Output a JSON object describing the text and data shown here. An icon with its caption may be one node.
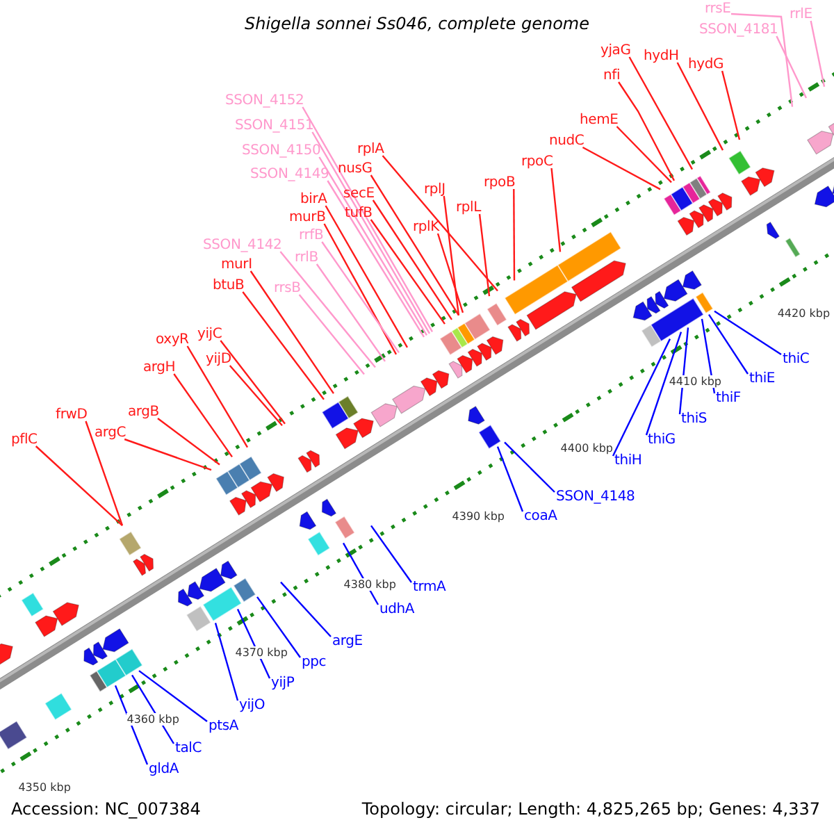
{
  "diagram": {
    "title": "Shigella sonnei Ss046, complete genome",
    "nodes": [
      {
        "text": [
          "rrsE"
        ]
      },
      {
        "text": [
          "rrlE"
        ]
      },
      {
        "text": [
          "SSON_4181"
        ]
      },
      {
        "text": [
          "yjaG"
        ]
      },
      {
        "text": [
          "hydH"
        ]
      },
      {
        "text": [
          "hydG"
        ]
      },
      {
        "text": [
          "nfi"
        ]
      },
      {
        "text": [
          "SSON_4152"
        ]
      },
      {
        "text": [
          "hemE"
        ]
      },
      {
        "text": [
          "SSON_4151"
        ]
      },
      {
        "text": [
          "nudC"
        ]
      },
      {
        "text": [
          "rplA"
        ]
      },
      {
        "text": [
          "SSON_4150"
        ]
      },
      {
        "text": [
          "rpoC"
        ]
      },
      {
        "text": [
          "nusG"
        ]
      },
      {
        "text": [
          "SSON_4149"
        ]
      },
      {
        "text": [
          "rpoB"
        ]
      },
      {
        "text": [
          "rplJ"
        ]
      },
      {
        "text": [
          "secE"
        ]
      },
      {
        "text": [
          "birA"
        ]
      },
      {
        "text": [
          "rplL"
        ]
      },
      {
        "text": [
          "tufB"
        ]
      },
      {
        "text": [
          "rplK"
        ]
      },
      {
        "text": [
          "murB"
        ]
      },
      {
        "text": [
          "rrfB"
        ]
      },
      {
        "text": [
          "SSON_4142"
        ]
      },
      {
        "text": [
          "rrlB"
        ]
      },
      {
        "text": [
          "murI"
        ]
      },
      {
        "text": [
          "btuB"
        ]
      },
      {
        "text": [
          "rrsB"
        ]
      },
      {
        "text": [
          "yijC"
        ]
      },
      {
        "text": [
          "oxyR"
        ]
      },
      {
        "text": [
          "yijD"
        ]
      },
      {
        "text": [
          "argH"
        ]
      },
      {
        "text": [
          "argB"
        ]
      },
      {
        "text": [
          "frwD"
        ]
      },
      {
        "text": [
          "argC"
        ]
      },
      {
        "text": [
          "pflC"
        ]
      },
      {
        "text": [
          "thiC"
        ]
      },
      {
        "text": [
          "thiE"
        ]
      },
      {
        "text": [
          "thiF"
        ]
      },
      {
        "text": [
          "thiS"
        ]
      },
      {
        "text": [
          "thiG"
        ]
      },
      {
        "text": [
          "thiH"
        ]
      },
      {
        "text": [
          "SSON_4148"
        ]
      },
      {
        "text": [
          "coaA"
        ]
      },
      {
        "text": [
          "trmA"
        ]
      },
      {
        "text": [
          "udhA"
        ]
      },
      {
        "text": [
          "argE"
        ]
      },
      {
        "text": [
          "ppc"
        ]
      },
      {
        "text": [
          "yijP"
        ]
      },
      {
        "text": [
          "yijO"
        ]
      },
      {
        "text": [
          "ptsA"
        ]
      },
      {
        "text": [
          "talC"
        ]
      },
      {
        "text": [
          "gldA"
        ]
      }
    ],
    "edges": [
      {
        "from": 0,
        "to": null,
        "arrow": "none",
        "color": "#ff99cc"
      },
      {
        "from": 1,
        "to": null,
        "arrow": "none",
        "color": "#ff99cc"
      },
      {
        "from": 2,
        "to": null,
        "arrow": "none",
        "color": "#ff99cc"
      },
      {
        "from": 3,
        "to": null,
        "arrow": "none"
      },
      {
        "from": 4,
        "to": null,
        "arrow": "none"
      },
      {
        "from": 5,
        "to": null,
        "arrow": "none"
      },
      {
        "from": 6,
        "to": null,
        "arrow": "none"
      },
      {
        "from": 7,
        "to": null,
        "arrow": "none",
        "color": "#ff99cc"
      },
      {
        "from": 8,
        "to": null,
        "arrow": "none"
      },
      {
        "from": 9,
        "to": null,
        "arrow": "none",
        "color": "#ff99cc"
      },
      {
        "from": 10,
        "to": null,
        "arrow": "none"
      },
      {
        "from": 11,
        "to": null,
        "arrow": "none"
      },
      {
        "from": 12,
        "to": null,
        "arrow": "none",
        "color": "#ff99cc"
      },
      {
        "from": 13,
        "to": null,
        "arrow": "none"
      },
      {
        "from": 14,
        "to": null,
        "arrow": "none"
      },
      {
        "from": 15,
        "to": null,
        "arrow": "none",
        "color": "#ff99cc"
      },
      {
        "from": 16,
        "to": null,
        "arrow": "none"
      },
      {
        "from": 17,
        "to": null,
        "arrow": "none"
      },
      {
        "from": 18,
        "to": null,
        "arrow": "none"
      },
      {
        "from": 19,
        "to": null,
        "arrow": "none"
      },
      {
        "from": 20,
        "to": null,
        "arrow": "none"
      },
      {
        "from": 21,
        "to": null,
        "arrow": "none"
      },
      {
        "from": 22,
        "to": null,
        "arrow": "none"
      },
      {
        "from": 23,
        "to": null,
        "arrow": "none"
      },
      {
        "from": 24,
        "to": null,
        "arrow": "none",
        "color": "#ff99cc"
      },
      {
        "from": 25,
        "to": null,
        "arrow": "none",
        "color": "#ff99cc"
      },
      {
        "from": 26,
        "to": null,
        "arrow": "none",
        "color": "#ff99cc"
      },
      {
        "from": 27,
        "to": null,
        "arrow": "none"
      },
      {
        "from": 28,
        "to": null,
        "arrow": "none"
      },
      {
        "from": 29,
        "to": null,
        "arrow": "none",
        "color": "#ff99cc"
      },
      {
        "from": 30,
        "to": null,
        "arrow": "none"
      },
      {
        "from": 31,
        "to": null,
        "arrow": "none"
      },
      {
        "from": 32,
        "to": null,
        "arrow": "none"
      },
      {
        "from": 33,
        "to": null,
        "arrow": "none"
      },
      {
        "from": 34,
        "to": null,
        "arrow": "none"
      },
      {
        "from": 35,
        "to": null,
        "arrow": "none"
      },
      {
        "from": 36,
        "to": null,
        "arrow": "none"
      },
      {
        "from": 37,
        "to": null,
        "arrow": "none"
      },
      {
        "from": 38,
        "to": null,
        "arrow": "none",
        "color": "#0000ff"
      },
      {
        "from": 39,
        "to": null,
        "arrow": "none",
        "color": "#0000ff"
      },
      {
        "from": 40,
        "to": null,
        "arrow": "none",
        "color": "#0000ff"
      },
      {
        "from": 41,
        "to": null,
        "arrow": "none",
        "color": "#0000ff"
      },
      {
        "from": 42,
        "to": null,
        "arrow": "none",
        "color": "#0000ff"
      },
      {
        "from": 43,
        "to": null,
        "arrow": "none",
        "color": "#0000ff"
      },
      {
        "from": 44,
        "to": null,
        "arrow": "none",
        "color": "#0000ff"
      },
      {
        "from": 45,
        "to": null,
        "arrow": "none",
        "color": "#0000ff"
      },
      {
        "from": 46,
        "to": null,
        "arrow": "none",
        "color": "#0000ff"
      },
      {
        "from": 47,
        "to": null,
        "arrow": "none",
        "color": "#0000ff"
      },
      {
        "from": 48,
        "to": null,
        "arrow": "none",
        "color": "#0000ff"
      },
      {
        "from": 49,
        "to": null,
        "arrow": "none",
        "color": "#0000ff"
      },
      {
        "from": 50,
        "to": null,
        "arrow": "none",
        "color": "#0000ff"
      },
      {
        "from": 51,
        "to": null,
        "arrow": "none",
        "color": "#0000ff"
      },
      {
        "from": 52,
        "to": null,
        "arrow": "none",
        "color": "#0000ff"
      },
      {
        "from": 53,
        "to": null,
        "arrow": "none",
        "color": "#0000ff"
      },
      {
        "from": 54,
        "to": null,
        "arrow": "none",
        "color": "#0000ff"
      }
    ],
    "labels": [
      "4420 kbp",
      "4410 kbp",
      "4400 kbp",
      "4390 kbp",
      "4380 kbp",
      "4370 kbp",
      "4360 kbp",
      "4350 kbp",
      "Accession: NC_007384",
      "Topology: circular; Length: 4,825,265 bp; Genes: 4,337"
    ]
  }
}
